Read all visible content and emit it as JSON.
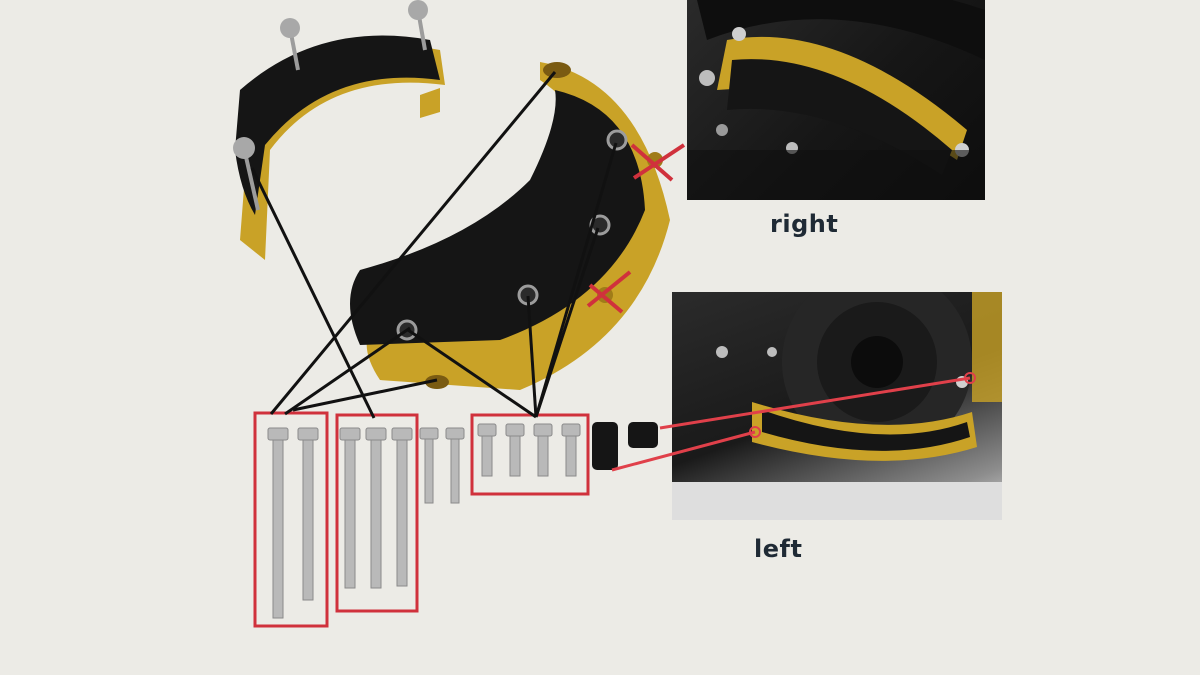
{
  "labels": {
    "right": "right",
    "left": "left"
  },
  "colors": {
    "highlight_box": "#d0313c",
    "connector_line": "#111111",
    "left_pointer": "#e0404a",
    "anodized_gold": "#c9a227",
    "cover_black": "#151515",
    "background": "#ecebe6"
  },
  "icons": {
    "excluded_hole": "red-x-mark"
  }
}
